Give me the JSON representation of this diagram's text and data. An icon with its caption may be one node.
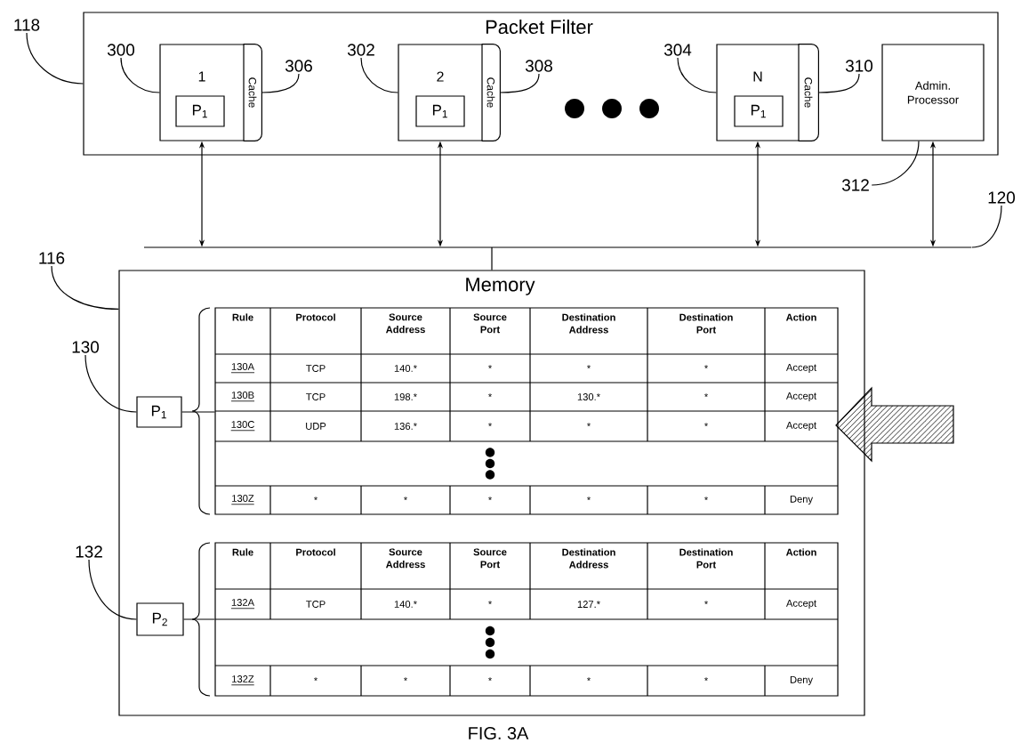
{
  "diagram": {
    "caption": "FIG. 3A",
    "nodes": [
      {
        "text": [
          "Packet Filter"
        ]
      },
      {
        "text": [
          "1"
        ],
        "in": 0
      },
      {
        "text": [
          "P$_{1}$"
        ],
        "in": 1
      },
      {
        "text": [
          "Cache"
        ],
        "in": 0
      },
      {
        "text": [
          "2"
        ],
        "in": 0
      },
      {
        "text": [
          "P$_{1}$"
        ],
        "in": 4
      },
      {
        "text": [
          "Cache"
        ],
        "in": 0
      },
      {
        "text": [
          "N"
        ],
        "in": 0
      },
      {
        "text": [
          "P$_{1}$"
        ],
        "in": 7
      },
      {
        "text": [
          "Cache"
        ],
        "in": 0
      },
      {
        "text": [
          "Admin. Processor"
        ],
        "in": 0
      },
      {
        "text": [],
        "shape": "bar"
      },
      {
        "text": [
          "Memory"
        ]
      },
      {
        "text": [
          "P$_{1}$"
        ],
        "in": 12
      },
      {
        "text": [
          "Rule",
          "Protocol",
          "Source Address",
          "Source Port",
          "Destination Address",
          "Destination Port",
          "Action",
          "130A",
          "TCP",
          "140.*",
          "*",
          "*",
          "*",
          "Accept",
          "130B",
          "TCP",
          "198.*",
          "*",
          "130.*",
          "*",
          "Accept",
          "130C",
          "UDP",
          "136.*",
          "*",
          "*",
          "*",
          "Accept",
          "130Z",
          "*",
          "*",
          "*",
          "*",
          "*",
          "Deny"
        ],
        "in": 12
      },
      {
        "text": [
          "P$_{2}$"
        ],
        "in": 12
      },
      {
        "text": [
          "Rule",
          "Protocol",
          "Source Address",
          "Source Port",
          "Destination Address",
          "Destination Port",
          "Action",
          "132A",
          "TCP",
          "140.*",
          "*",
          "127.*",
          "*",
          "Accept",
          "132Z",
          "*",
          "*",
          "*",
          "*",
          "*",
          "Deny"
        ],
        "in": 12
      },
      {
        "text": [
          "118"
        ]
      },
      {
        "text": [
          "300"
        ],
        "in": 0
      },
      {
        "text": [
          "306"
        ],
        "in": 0
      },
      {
        "text": [
          "302"
        ],
        "in": 0
      },
      {
        "text": [
          "308"
        ],
        "in": 0
      },
      {
        "text": [
          "304"
        ],
        "in": 0
      },
      {
        "text": [
          "310"
        ],
        "in": 0
      },
      {
        "text": [
          "312"
        ]
      },
      {
        "text": [
          "120"
        ]
      },
      {
        "text": [
          "116"
        ]
      },
      {
        "text": [
          "130"
        ]
      },
      {
        "text": [
          "132"
        ]
      }
    ],
    "edges": [
      {
        "from": 1,
        "to": 11,
        "arrow": "both"
      },
      {
        "from": 4,
        "to": 11,
        "arrow": "both"
      },
      {
        "from": 7,
        "to": 11,
        "arrow": "both"
      },
      {
        "from": 10,
        "to": 11,
        "arrow": "both"
      },
      {
        "from": 11,
        "to": 12,
        "arrow": "none"
      },
      {
        "from": 13,
        "to": 14,
        "arrow": "none"
      },
      {
        "from": 15,
        "to": 16,
        "arrow": "none"
      },
      {
        "from": 17,
        "to": 0,
        "arrow": "none"
      },
      {
        "from": 18,
        "to": 1,
        "arrow": "none"
      },
      {
        "from": 19,
        "to": 3,
        "arrow": "none"
      },
      {
        "from": 20,
        "to": 4,
        "arrow": "none"
      },
      {
        "from": 21,
        "to": 6,
        "arrow": "none"
      },
      {
        "from": 22,
        "to": 7,
        "arrow": "none"
      },
      {
        "from": 23,
        "to": 9,
        "arrow": "none"
      },
      {
        "from": 24,
        "to": 10,
        "arrow": "none"
      },
      {
        "from": 25,
        "to": 11,
        "arrow": "none"
      },
      {
        "from": 26,
        "to": 12,
        "arrow": "none"
      },
      {
        "from": 27,
        "to": 13,
        "arrow": "none"
      },
      {
        "from": 28,
        "to": 15,
        "arrow": "none"
      }
    ]
  }
}
